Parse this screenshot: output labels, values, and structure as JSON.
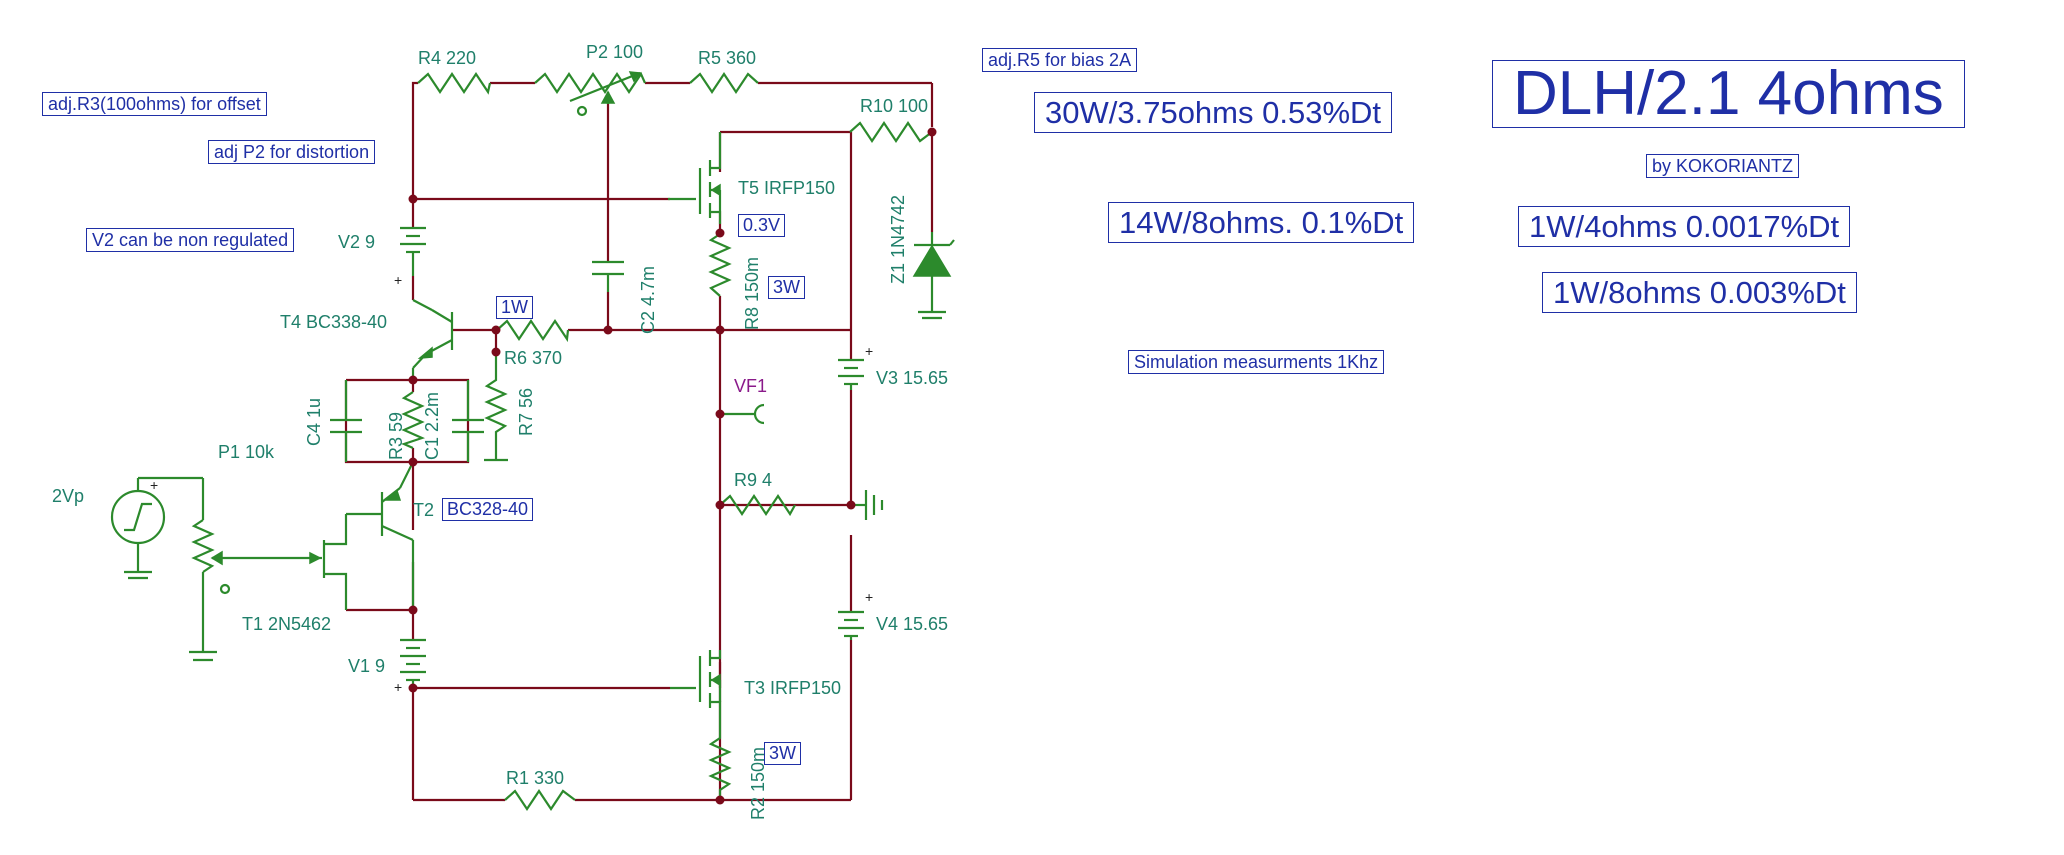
{
  "notes": {
    "offset": "adj.R3(100ohms) for offset",
    "distortion": "adj P2 for distortion",
    "v2_note": "V2 can be non regulated",
    "bias": "adj.R5 for bias 2A",
    "sim": "Simulation measurments 1Khz",
    "title": "DLH/2.1   4ohms",
    "author": "by KOKORIANTZ",
    "result_30w": "30W/3.75ohms  0.53%Dt",
    "result_14w": "14W/8ohms. 0.1%Dt",
    "result_1w4": "1W/4ohms 0.0017%Dt",
    "result_1w8": "1W/8ohms 0.003%Dt"
  },
  "tags": {
    "r6_power": "1W",
    "r8_power": "3W",
    "r2_power": "3W",
    "voltage": "0.3V",
    "t2_type": "BC328-40"
  },
  "components": {
    "r4": "R4 220",
    "p2": "P2 100",
    "r5": "R5 360",
    "r10": "R10 100",
    "t5": "T5 IRFP150",
    "v2": "V2 9",
    "z1": "Z1 1N4742",
    "r8": "R8 150m",
    "c2": "C2 4.7m",
    "t4": "T4 BC338-40",
    "r6": "R6 370",
    "r7": "R7 56",
    "c4": "C4 1u",
    "r3": "R3 59",
    "c1": "C1 2.2m",
    "p1": "P1 10k",
    "vf1": "VF1",
    "v3": "V3 15.65",
    "vs": "2Vp",
    "t2": "T2",
    "r9": "R9 4",
    "t1": "T1 2N5462",
    "v4": "V4 15.65",
    "v1": "V1 9",
    "t3": "T3 IRFP150",
    "r1": "R1 330",
    "r2": "R2 150m"
  },
  "symbols": {
    "plus": "+"
  },
  "colors": {
    "wire": "#7a0a1a",
    "component": "#2c8a2c",
    "label": "#1f7f6a",
    "note": "#1f2fa6",
    "probe": "#8a1a8a"
  }
}
